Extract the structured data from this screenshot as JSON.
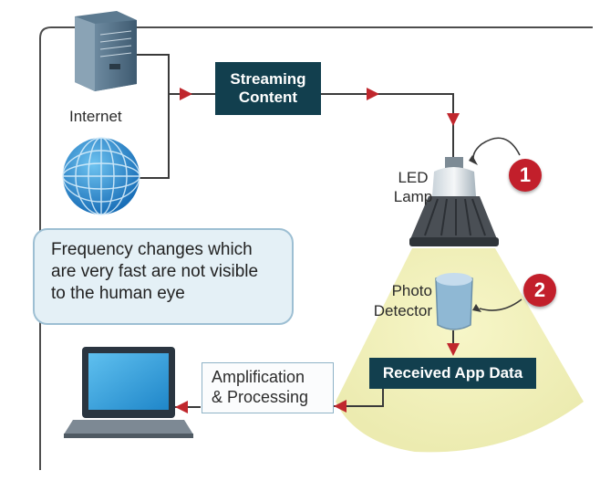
{
  "labels": {
    "internet": "Internet",
    "streaming": "Streaming Content",
    "led": "LED",
    "lamp": "Lamp",
    "photo": "Photo",
    "detector": "Detector",
    "received": "Received App Data",
    "amplification": "Amplification",
    "processing": "& Processing"
  },
  "note": {
    "line1": "Frequency changes which",
    "line2": "are very fast are not visible",
    "line3": "to the human eye"
  },
  "badges": {
    "one": "1",
    "two": "2"
  },
  "colors": {
    "dark_box": "#123f4e",
    "arrow_red": "#c0272d",
    "light_beam": "#f1f0b8",
    "note_bg": "#e4f0f6",
    "frame_line": "#4d4d4d"
  },
  "icons": [
    "server-icon",
    "globe-icon",
    "led-lamp-icon",
    "photo-detector-icon",
    "laptop-icon"
  ]
}
